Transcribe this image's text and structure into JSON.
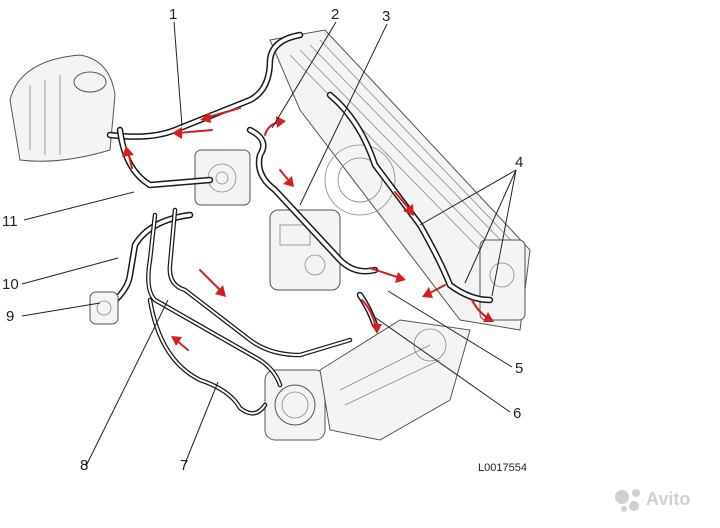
{
  "callouts": [
    {
      "id": "1",
      "label": "1"
    },
    {
      "id": "2",
      "label": "2"
    },
    {
      "id": "3",
      "label": "3"
    },
    {
      "id": "4",
      "label": "4"
    },
    {
      "id": "5",
      "label": "5"
    },
    {
      "id": "6",
      "label": "6"
    },
    {
      "id": "7",
      "label": "7"
    },
    {
      "id": "8",
      "label": "8"
    },
    {
      "id": "9",
      "label": "9"
    },
    {
      "id": "10",
      "label": "10"
    },
    {
      "id": "11",
      "label": "11"
    }
  ],
  "reference_code": "L0017554",
  "watermark": "Avito",
  "colors": {
    "flow_arrow": "#d42020",
    "hose": "#1a1a1a",
    "line": "#222222",
    "watermark": "#c8c8c8"
  }
}
